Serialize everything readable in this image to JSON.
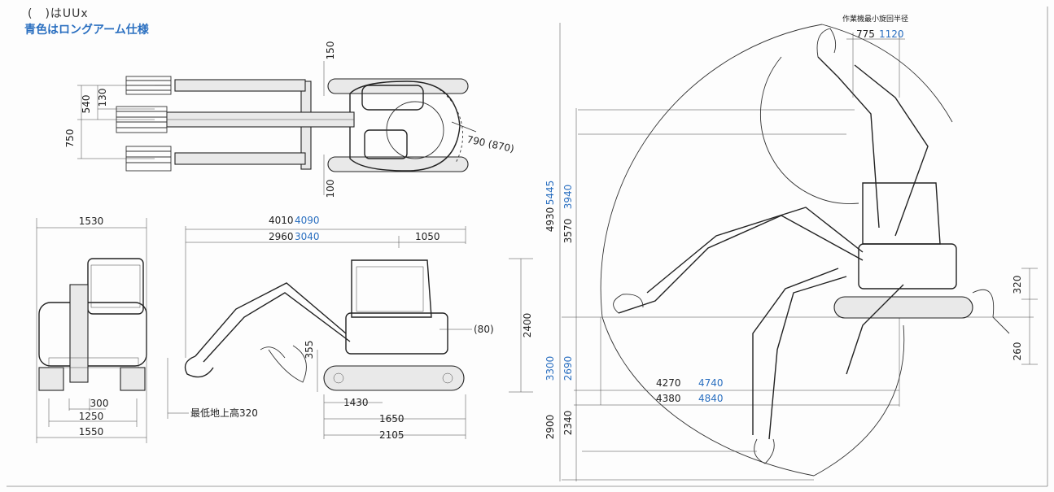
{
  "notes": {
    "line1": "(　)はUUx",
    "line2": "青色はロングアーム仕様"
  },
  "top_view": {
    "d150": "150",
    "d540": "540",
    "d130": "130",
    "d750": "750",
    "d100": "100",
    "swing": "790 (870)"
  },
  "front_view": {
    "width_top": "1530",
    "d300": "300",
    "d1250": "1250",
    "d1550": "1550"
  },
  "side_view": {
    "overall_len": "4010",
    "overall_len_long": "4090",
    "len2": "2960",
    "len2_long": "3040",
    "tail": "1050",
    "height": "2400",
    "d355": "355",
    "d80": "(80)",
    "d1430": "1430",
    "d1650": "1650",
    "d2105": "2105",
    "ground_clearance": "最低地上高320"
  },
  "range_view": {
    "min_swing_label": "作業機最小旋回半径",
    "r775": "775",
    "r1120": "1120",
    "h4930": "4930",
    "h5445": "5445",
    "h3570": "3570",
    "h3940": "3940",
    "d3300": "3300",
    "d2690": "2690",
    "d2900": "2900",
    "d2340": "2340",
    "reach4270": "4270",
    "reach4740": "4740",
    "reach4380": "4380",
    "reach4840": "4840",
    "d320": "320",
    "d260": "260"
  }
}
